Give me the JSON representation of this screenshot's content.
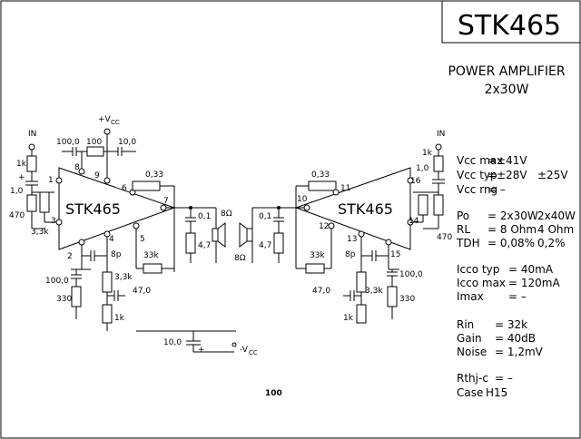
{
  "title": "STK465",
  "subtitle": [
    "POWER AMPLIFIER",
    "2x30W"
  ],
  "chip_label": "STK465",
  "supply": {
    "vcc_pos": "+V",
    "vcc_pos_sub": "CC",
    "vcc_neg": "-V",
    "vcc_neg_sub": "CC"
  },
  "components": {
    "r_1k": "1k",
    "c_1_0": "1,0",
    "r_470": "470",
    "r_3_3k": "3,3k",
    "c_100_0": "100,0",
    "r_100": "100",
    "c_10_0": "10,0",
    "r_0_33": "0,33",
    "c_0_1": "0,1",
    "r_4_7": "4,7",
    "spk_8": "8Ω",
    "c_8p": "8p",
    "r_33k": "33k",
    "c_47_0": "47,0",
    "r_330": "330",
    "r_3_3k_b": "3,3k",
    "in_label": "IN",
    "pins": [
      "1",
      "2",
      "3",
      "4",
      "5",
      "6",
      "7",
      "8",
      "9",
      "10",
      "11",
      "12",
      "13",
      "14",
      "15",
      "16"
    ]
  },
  "specs": [
    {
      "label": "Vcc max",
      "value": "=±41V",
      "alt": ""
    },
    {
      "label": "Vcc typ",
      "value": "=±28V",
      "alt": "±25V"
    },
    {
      "label": "Vcc rng",
      "value": "= –",
      "alt": ""
    },
    {
      "label": "Po",
      "value": "= 2x30W",
      "alt": "2x40W"
    },
    {
      "label": "RL",
      "value": "= 8 Ohm",
      "alt": "4 Ohm"
    },
    {
      "label": "TDH",
      "value": "= 0,08%",
      "alt": "0,2%"
    },
    {
      "label": "Icco typ",
      "value": "= 40mA",
      "alt": ""
    },
    {
      "label": "Icco max",
      "value": "= 120mA",
      "alt": ""
    },
    {
      "label": "Imax",
      "value": "= –",
      "alt": ""
    },
    {
      "label": "Rin",
      "value": "= 32k",
      "alt": ""
    },
    {
      "label": "Gain",
      "value": "= 40dB",
      "alt": ""
    },
    {
      "label": "Noise",
      "value": "= 1,2mV",
      "alt": ""
    },
    {
      "label": "Rthj-c",
      "value": "= –",
      "alt": ""
    },
    {
      "label": "Case",
      "value": "H15",
      "alt": ""
    }
  ]
}
